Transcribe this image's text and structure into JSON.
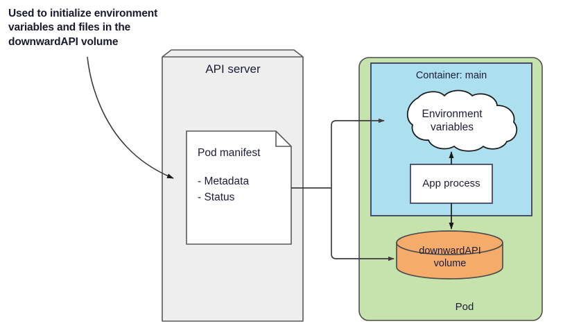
{
  "annotation": {
    "text": "Used to initialize environment variables and files in the downwardAPI volume",
    "arrow": "curved-arrow-to-pod-manifest"
  },
  "api_server": {
    "title": "API server",
    "fill": "#eeeeee",
    "stroke": "#595959",
    "manifest": {
      "title": "Pod manifest",
      "items": "- Metadata\n- Status",
      "fill": "#ffffff",
      "stroke": "#595959"
    }
  },
  "pod": {
    "label": "Pod",
    "fill": "#c6e3ad",
    "stroke": "#4d4d4d",
    "container": {
      "label": "Container: main",
      "fill": "#ace0ee",
      "stroke": "#3d3d5c",
      "env_vars": {
        "label": "Environment\nvariables",
        "fill": "#ffffff",
        "stroke": "#1a1a1a"
      },
      "app_process": {
        "label": "App process",
        "fill": "#ffffff",
        "stroke": "#3d3d5c"
      }
    },
    "volume": {
      "label": "downwardAPI\nvolume",
      "fill": "#f5ac6a",
      "stroke": "#4d4d4d"
    }
  },
  "connectors": [
    {
      "name": "manifest-to-env-vars",
      "from": "pod-manifest",
      "to": "environment-variables"
    },
    {
      "name": "manifest-to-volume",
      "from": "pod-manifest",
      "to": "downwardapi-volume"
    },
    {
      "name": "app-process-to-env-vars",
      "from": "app-process",
      "to": "environment-variables"
    },
    {
      "name": "app-process-to-volume",
      "from": "app-process",
      "to": "downwardapi-volume"
    }
  ]
}
